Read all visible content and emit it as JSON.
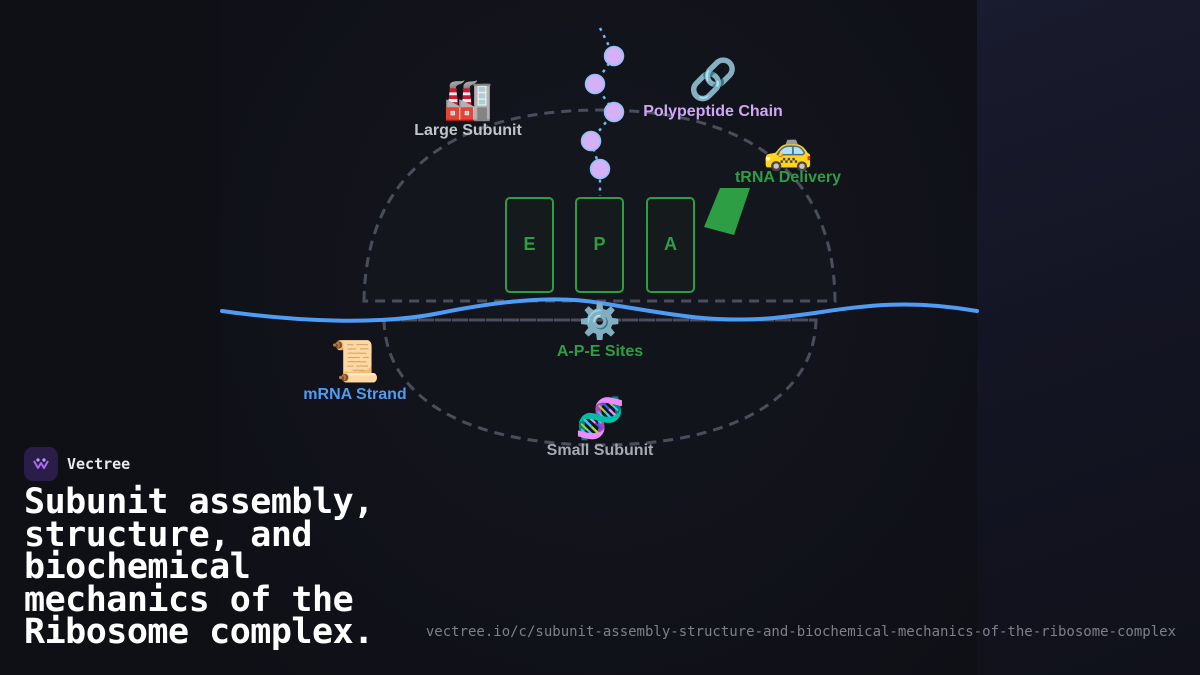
{
  "diagram": {
    "large_subunit_label": "Large Subunit",
    "large_subunit_icon": "factory-icon",
    "polypeptide_label": "Polypeptide Chain",
    "polypeptide_icon": "link-icon",
    "trna_label": "tRNA Delivery",
    "trna_icon": "taxi-icon",
    "sites_label": "A-P-E Sites",
    "sites_icon": "gear-icon",
    "mrna_label": "mRNA Strand",
    "mrna_icon": "scroll-icon",
    "small_subunit_label": "Small Subunit",
    "small_subunit_icon": "dna-icon",
    "site_e": "E",
    "site_p": "P",
    "site_a": "A",
    "colors": {
      "mrna": "#4f9cf5",
      "site": "#2e9e45",
      "amino_acid": "#d4b0f6",
      "polypeptide_label": "#cfa7f4",
      "subunit_label": "#c2c4cc",
      "outline": "#4a4e5c"
    }
  },
  "brand": {
    "name": "Vectree",
    "title": "Subunit assembly, structure, and biochemical mechanics of the Ribosome complex.",
    "url": "vectree.io/c/subunit-assembly-structure-and-biochemical-mechanics-of-the-ribosome-complex"
  }
}
